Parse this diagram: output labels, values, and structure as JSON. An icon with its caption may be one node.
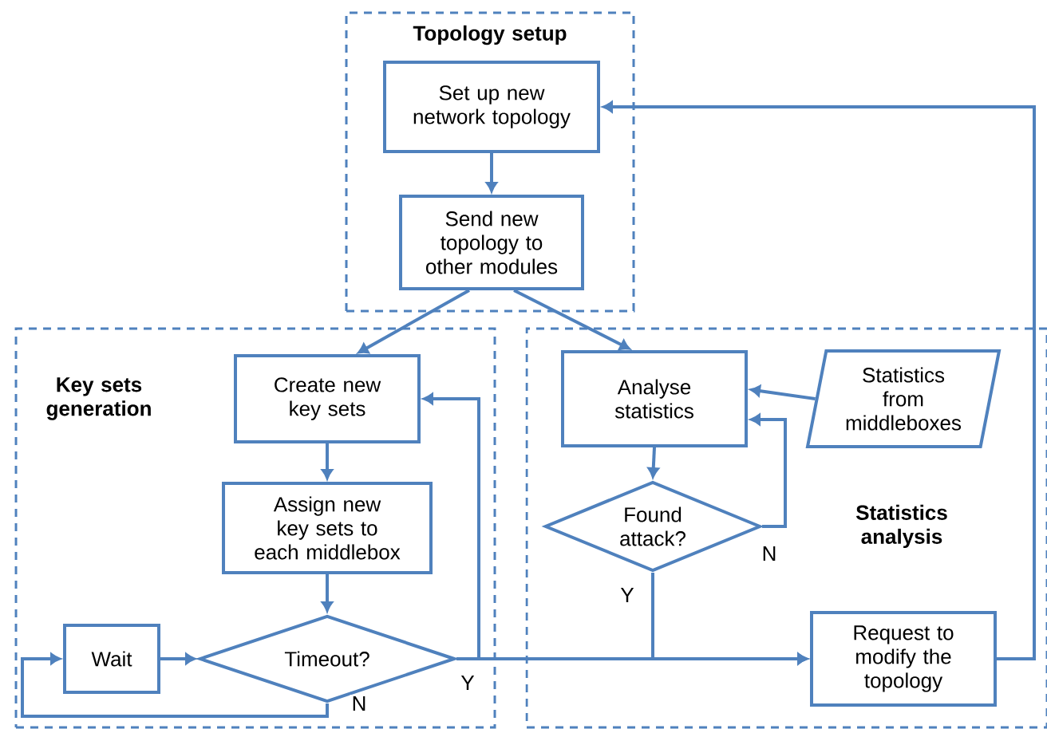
{
  "diagram": {
    "nodes": [
      {
        "text": [
          "Topology setup"
        ]
      },
      {
        "text": [
          "Set up new network topology"
        ],
        "in": 0
      },
      {
        "text": [
          "Send new topology to other modules"
        ],
        "in": 0
      },
      {
        "text": [
          "Key sets generation"
        ]
      },
      {
        "text": [
          "Create new key sets"
        ],
        "in": 3
      },
      {
        "text": [
          "Assign new key sets to each middlebox"
        ],
        "in": 3
      },
      {
        "text": [
          "Wait"
        ],
        "in": 3
      },
      {
        "text": [
          "Timeout?"
        ],
        "in": 3
      },
      {
        "text": [
          "Statistics analysis"
        ]
      },
      {
        "text": [
          "Analyse statistics"
        ],
        "in": 8
      },
      {
        "text": [
          "Statistics from middleboxes"
        ],
        "in": 8
      },
      {
        "text": [
          "Found attack?"
        ],
        "in": 8
      },
      {
        "text": [
          "Request to modify the topology"
        ],
        "in": 8
      }
    ],
    "edges": [
      {
        "from": 1,
        "to": 2,
        "arrow": "to"
      },
      {
        "from": 2,
        "to": 4,
        "arrow": "to"
      },
      {
        "from": 2,
        "to": 9,
        "arrow": "to"
      },
      {
        "from": 4,
        "to": 5,
        "arrow": "to"
      },
      {
        "from": 5,
        "to": 7,
        "arrow": "to"
      },
      {
        "from": 6,
        "to": 7,
        "arrow": "to"
      },
      {
        "from": 7,
        "to": 6,
        "arrow": "to",
        "label": "N"
      },
      {
        "from": 7,
        "to": 4,
        "arrow": "to",
        "label": "Y"
      },
      {
        "from": 7,
        "to": 12,
        "arrow": "to"
      },
      {
        "from": 9,
        "to": 11,
        "arrow": "to"
      },
      {
        "from": 11,
        "to": 9,
        "arrow": "to",
        "label": "N"
      },
      {
        "from": 10,
        "to": 9,
        "arrow": "to"
      },
      {
        "from": 11,
        "to": 12,
        "arrow": "to",
        "label": "Y"
      },
      {
        "from": 12,
        "to": 1,
        "arrow": "to"
      }
    ]
  }
}
